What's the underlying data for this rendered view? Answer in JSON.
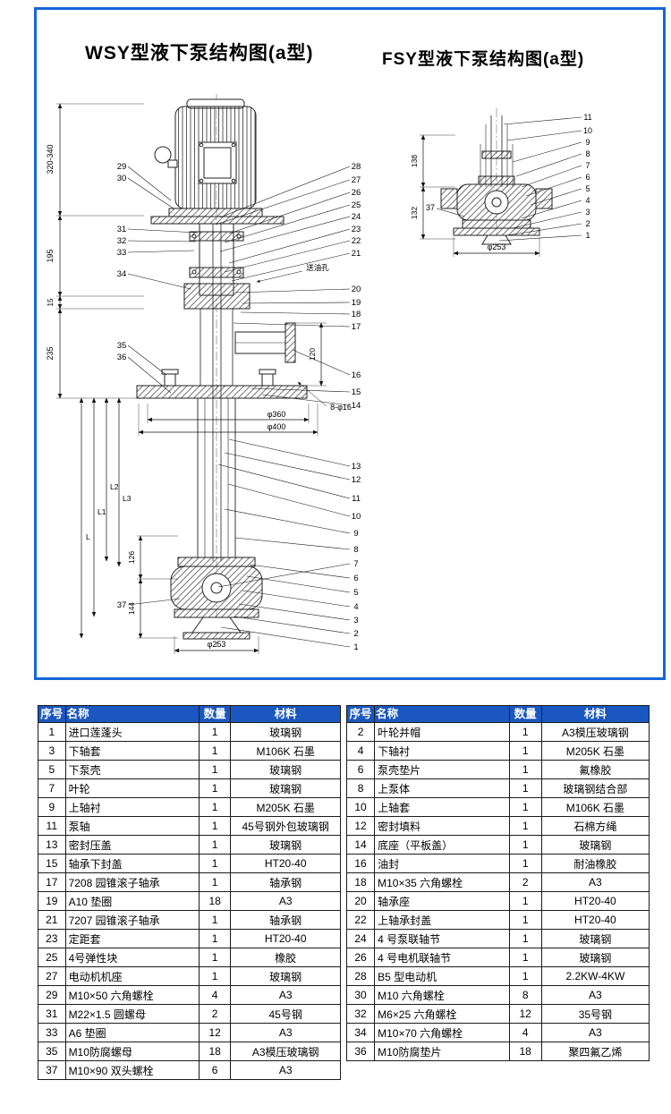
{
  "titles": {
    "wsy": "WSY型液下泵结构图(a型)",
    "fsy": "FSY型液下泵结构图(a型)"
  },
  "wsy_diagram": {
    "left_part_labels": [
      "29",
      "30",
      "31",
      "32",
      "33",
      "34",
      "35",
      "36",
      "37"
    ],
    "right_part_labels": [
      "28",
      "27",
      "26",
      "25",
      "24",
      "23",
      "22",
      "21",
      "20",
      "19",
      "18",
      "17",
      "16",
      "15",
      "14",
      "13",
      "12",
      "11",
      "10",
      "9",
      "8",
      "7",
      "6",
      "5",
      "4",
      "3",
      "2",
      "1"
    ],
    "dimensions": {
      "motor_height": "320-340",
      "d195": "195",
      "d15": "15",
      "d235": "235",
      "d126": "126",
      "d144": "144",
      "L": "L",
      "L1": "L1",
      "L2": "L2",
      "L3": "L3",
      "d120": "120",
      "bolt_circle": "8-φ16",
      "phi360": "φ360",
      "phi400": "φ400",
      "phi253": "φ253"
    },
    "annotation_oil_hole": "送油孔"
  },
  "fsy_diagram": {
    "left_part_labels": [
      "37"
    ],
    "right_part_labels": [
      "11",
      "10",
      "9",
      "8",
      "7",
      "6",
      "5",
      "4",
      "3",
      "2",
      "1"
    ],
    "dimensions": {
      "d138": "138",
      "d132": "132",
      "phi253": "φ253"
    }
  },
  "tables": {
    "headers": [
      "序号",
      "名称",
      "数量",
      "材料"
    ],
    "odd": {
      "rows": [
        [
          "1",
          "进口莲蓬头",
          "1",
          "玻璃钢"
        ],
        [
          "3",
          "下轴套",
          "1",
          "M106K 石墨"
        ],
        [
          "5",
          "下泵壳",
          "1",
          "玻璃钢"
        ],
        [
          "7",
          "叶轮",
          "1",
          "玻璃钢"
        ],
        [
          "9",
          "上轴衬",
          "1",
          "M205K 石墨"
        ],
        [
          "11",
          "泵轴",
          "1",
          "45号钢外包玻璃钢"
        ],
        [
          "13",
          "密封压盖",
          "1",
          "玻璃钢"
        ],
        [
          "15",
          "轴承下封盖",
          "1",
          "HT20-40"
        ],
        [
          "17",
          "7208 园锥滚子轴承",
          "1",
          "轴承钢"
        ],
        [
          "19",
          "A10 垫圈",
          "18",
          "A3"
        ],
        [
          "21",
          "7207 园锥滚子轴承",
          "1",
          "轴承钢"
        ],
        [
          "23",
          "定距套",
          "1",
          "HT20-40"
        ],
        [
          "25",
          "4号弹性块",
          "1",
          "橡胶"
        ],
        [
          "27",
          "电动机机座",
          "1",
          "玻璃钢"
        ],
        [
          "29",
          "M10×50 六角螺栓",
          "4",
          "A3"
        ],
        [
          "31",
          "M22×1.5 圆螺母",
          "2",
          "45号钢"
        ],
        [
          "33",
          "A6 垫圈",
          "12",
          "A3"
        ],
        [
          "35",
          "M10防腐螺母",
          "18",
          "A3模压玻璃钢"
        ],
        [
          "37",
          "M10×90 双头螺栓",
          "6",
          "A3"
        ]
      ]
    },
    "even": {
      "rows": [
        [
          "2",
          "叶轮并帽",
          "1",
          "A3模压玻璃钢"
        ],
        [
          "4",
          "下轴衬",
          "1",
          "M205K 石墨"
        ],
        [
          "6",
          "泵壳垫片",
          "1",
          "氟橡胶"
        ],
        [
          "8",
          "上泵体",
          "1",
          "玻璃钢结合部"
        ],
        [
          "10",
          "上轴套",
          "1",
          "M106K 石墨"
        ],
        [
          "12",
          "密封填料",
          "1",
          "石棉方绳"
        ],
        [
          "14",
          "底座（平板盖）",
          "1",
          "玻璃钢"
        ],
        [
          "16",
          "油封",
          "1",
          "耐油橡胶"
        ],
        [
          "18",
          "M10×35 六角螺栓",
          "2",
          "A3"
        ],
        [
          "20",
          "轴承座",
          "1",
          "HT20-40"
        ],
        [
          "22",
          "上轴承封盖",
          "1",
          "HT20-40"
        ],
        [
          "24",
          "4 号泵联轴节",
          "1",
          "玻璃钢"
        ],
        [
          "26",
          "4 号电机联轴节",
          "1",
          "玻璃钢"
        ],
        [
          "28",
          "B5 型电动机",
          "1",
          "2.2KW-4KW"
        ],
        [
          "30",
          "M10 六角螺栓",
          "8",
          "A3"
        ],
        [
          "32",
          "M6×25 六角螺栓",
          "12",
          "35号钢"
        ],
        [
          "34",
          "M10×70 六角螺栓",
          "4",
          "A3"
        ],
        [
          "36",
          "M10防腐垫片",
          "18",
          "聚四氟乙烯"
        ]
      ]
    }
  }
}
